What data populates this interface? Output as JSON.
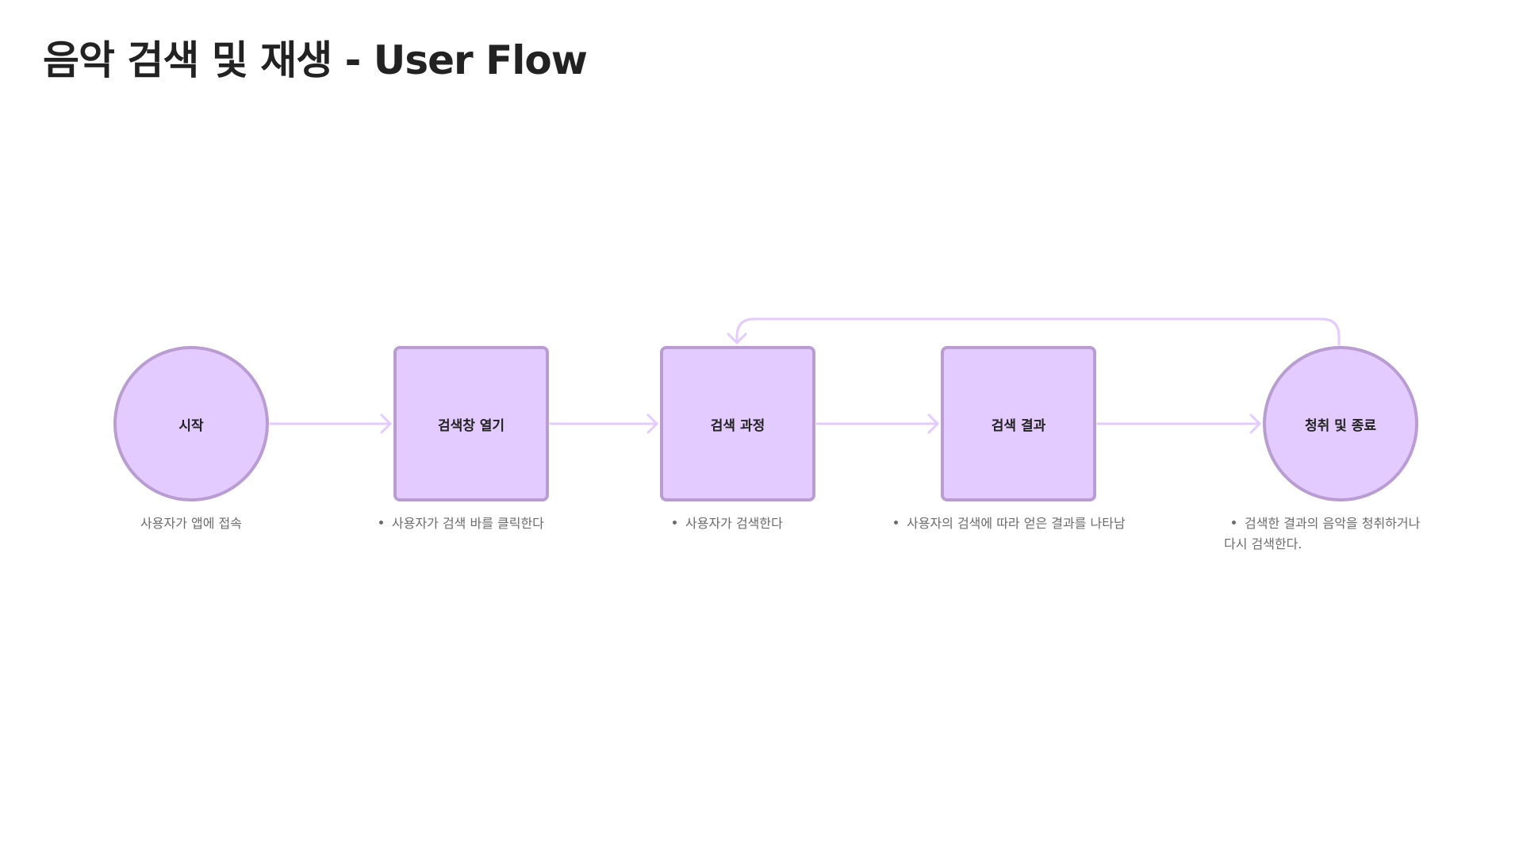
{
  "title": "음악 검색 및 재생 - User Flow",
  "colors": {
    "node_fill": "#e3caff",
    "node_border": "#b89cd2",
    "connector": "#e3caff",
    "title_text": "#222222",
    "desc_text": "#6b6b6b"
  },
  "nodes": [
    {
      "id": "start",
      "shape": "circle",
      "label": "시작",
      "description": "사용자가 앱에 접속",
      "bullet": false
    },
    {
      "id": "open-search",
      "shape": "rect",
      "label": "검색창 열기",
      "description": "사용자가 검색 바를 클릭한다",
      "bullet": true
    },
    {
      "id": "search-process",
      "shape": "rect",
      "label": "검색 과정",
      "description": "사용자가 검색한다",
      "bullet": true
    },
    {
      "id": "search-results",
      "shape": "rect",
      "label": "검색 결과",
      "description": "사용자의 검색에 따라 얻은 결과를 나타남",
      "bullet": true
    },
    {
      "id": "listen-end",
      "shape": "circle",
      "label": "청취 및 종료",
      "description_line1": "검색한 결과의 음악을 청취하거나",
      "description_line2": "다시 검색한다.",
      "bullet": true
    }
  ],
  "edges": [
    {
      "from": "start",
      "to": "open-search"
    },
    {
      "from": "open-search",
      "to": "search-process"
    },
    {
      "from": "search-process",
      "to": "search-results"
    },
    {
      "from": "search-results",
      "to": "listen-end"
    },
    {
      "from": "listen-end",
      "to": "search-process",
      "style": "loop-back"
    }
  ]
}
